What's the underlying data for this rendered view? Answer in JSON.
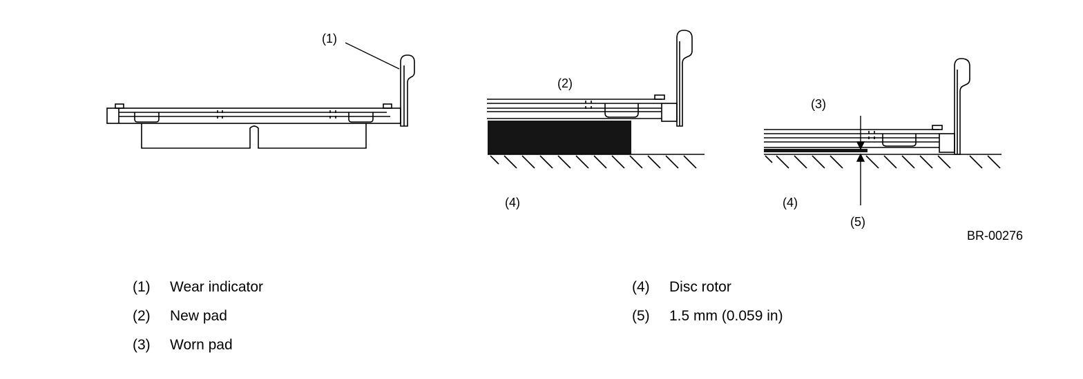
{
  "figure": {
    "callouts": {
      "wear_indicator": "(1)",
      "new_pad": "(2)",
      "worn_pad": "(3)",
      "disc_rotor_middle": "(4)",
      "disc_rotor_right": "(4)",
      "thickness": "(5)"
    },
    "figure_code": "BR-00276"
  },
  "legend": {
    "left": [
      {
        "num": "(1)",
        "text": "Wear indicator"
      },
      {
        "num": "(2)",
        "text": "New pad"
      },
      {
        "num": "(3)",
        "text": "Worn pad"
      }
    ],
    "right": [
      {
        "num": "(4)",
        "text": "Disc rotor"
      },
      {
        "num": "(5)",
        "text": "1.5 mm (0.059 in)"
      }
    ]
  }
}
